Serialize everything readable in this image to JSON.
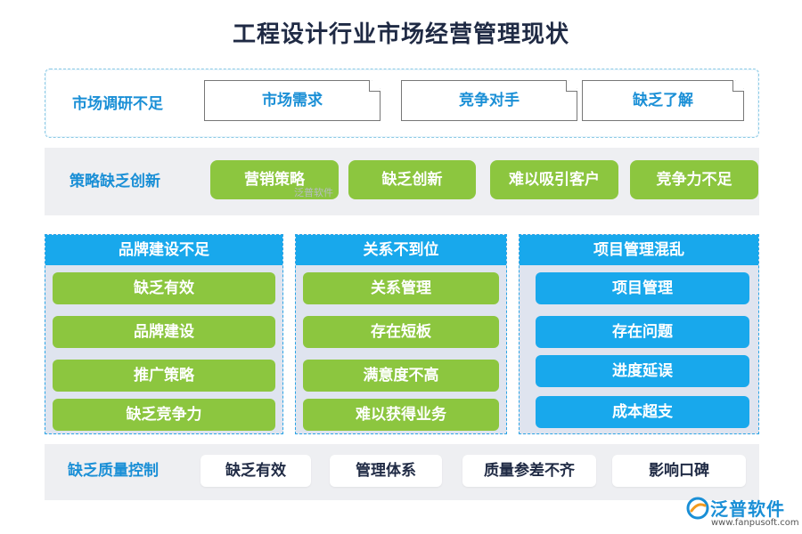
{
  "title": "工程设计行业市场经营管理现状",
  "row1": {
    "label": "市场调研不足",
    "items": [
      "市场需求",
      "竞争对手",
      "缺乏了解"
    ]
  },
  "row2": {
    "label": "策略缺乏创新",
    "items": [
      "营销策略",
      "缺乏创新",
      "难以吸引客户",
      "竞争力不足"
    ]
  },
  "watermark": "泛普软件",
  "columns": [
    {
      "header": "品牌建设不足",
      "items": [
        "缺乏有效",
        "品牌建设",
        "推广策略",
        "缺乏竞争力"
      ],
      "color": "#8cc63f"
    },
    {
      "header": "关系不到位",
      "items": [
        "关系管理",
        "存在短板",
        "满意度不高",
        "难以获得业务"
      ],
      "color": "#8cc63f"
    },
    {
      "header": "项目管理混乱",
      "items": [
        "项目管理",
        "存在问题",
        "进度延误",
        "成本超支"
      ],
      "color": "#18a8ec"
    }
  ],
  "row4": {
    "label": "缺乏质量控制",
    "items": [
      "缺乏有效",
      "管理体系",
      "质量参差不齐",
      "影响口碑"
    ]
  },
  "logo": {
    "name": "泛普软件",
    "url": "www.fanpusoft.com"
  }
}
